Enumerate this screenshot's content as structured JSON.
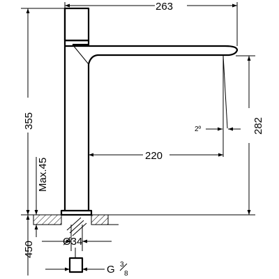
{
  "dimensions": {
    "width_top": "263",
    "total_height": "355",
    "spout_height": "282",
    "spout_reach": "220",
    "angle": "2º",
    "max_deck": "Max.45",
    "hose_length": "450",
    "hole_diameter": "Ø34",
    "connection": "G",
    "thread_num": "3",
    "thread_den": "8"
  },
  "icons": {
    "faucet": "basin-mixer-drawing",
    "arrow": "dimension-arrow"
  }
}
